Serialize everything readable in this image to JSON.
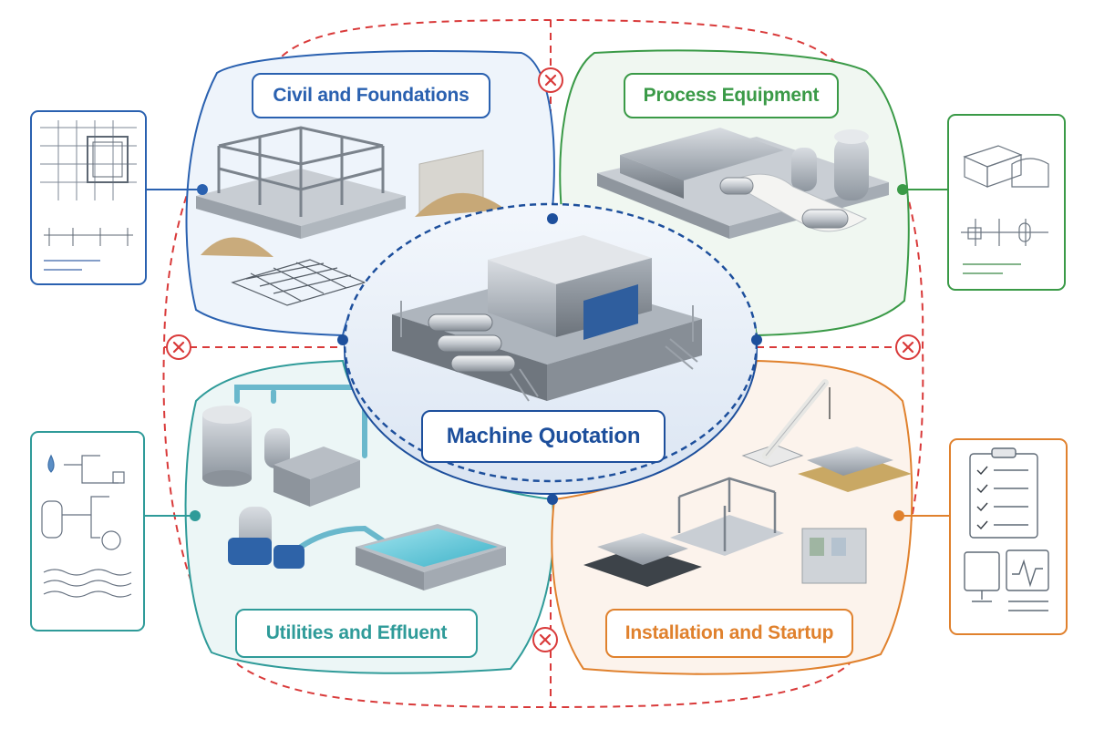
{
  "center": {
    "label": "Machine Quotation",
    "color": "#1d4f9c"
  },
  "areas": [
    {
      "id": "civil",
      "label": "Civil and Foundations",
      "color": "#2a61b0",
      "fill": "#eef4fb"
    },
    {
      "id": "process",
      "label": "Process Equipment",
      "color": "#3a9a47",
      "fill": "#f0f7f1"
    },
    {
      "id": "util",
      "label": "Utilities and Effluent",
      "color": "#2f9b99",
      "fill": "#ecf6f6"
    },
    {
      "id": "install",
      "label": "Installation and Startup",
      "color": "#e0812d",
      "fill": "#fcf3ec"
    }
  ],
  "boundary": {
    "color": "#d93a3a",
    "style": "dashed"
  },
  "excluded_markers": {
    "icon": "x-circle-icon",
    "count": 4,
    "color": "#d93a3a"
  },
  "side_cards": [
    {
      "id": "civil-drawing",
      "icon": "blueprint-drawing-icon"
    },
    {
      "id": "process-diagram",
      "icon": "equipment-schematic-icon"
    },
    {
      "id": "utility-diagram",
      "icon": "piping-diagram-icon"
    },
    {
      "id": "startup-checklist",
      "icon": "checklist-monitor-icon"
    }
  ]
}
